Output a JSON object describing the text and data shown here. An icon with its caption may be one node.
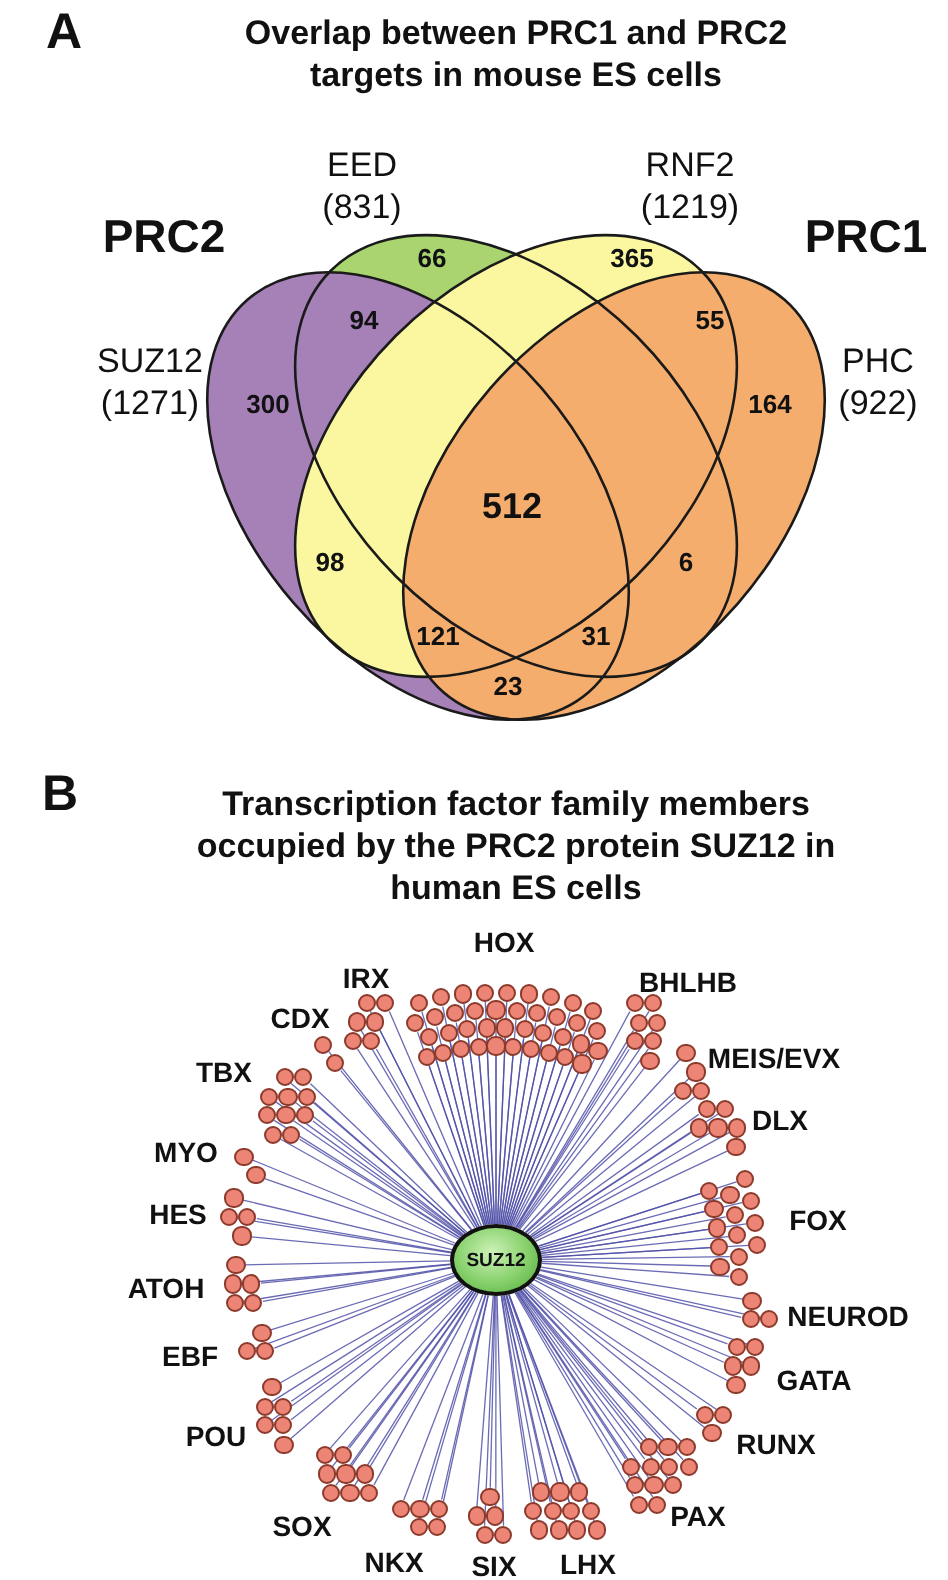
{
  "diagram": {
    "nodes": [
      {
        "text": [
          "EED (831)"
        ]
      },
      {
        "text": [
          "RNF2 (1219)"
        ]
      },
      {
        "text": [
          "SUZ12 (1271)"
        ]
      },
      {
        "text": [
          "PHC (922)"
        ]
      },
      {
        "text": [
          "SUZ12"
        ]
      },
      {
        "text": [],
        "shape": "circle"
      },
      {
        "text": [],
        "shape": "circle"
      },
      {
        "text": [],
        "shape": "circle"
      },
      {
        "text": [],
        "shape": "circle"
      },
      {
        "text": [],
        "shape": "circle"
      },
      {
        "text": [],
        "shape": "circle"
      },
      {
        "text": [],
        "shape": "circle"
      },
      {
        "text": [],
        "shape": "circle"
      },
      {
        "text": [],
        "shape": "circle"
      },
      {
        "text": [],
        "shape": "circle"
      },
      {
        "text": [],
        "shape": "circle"
      },
      {
        "text": [],
        "shape": "circle"
      },
      {
        "text": [],
        "shape": "circle"
      },
      {
        "text": [],
        "shape": "circle"
      },
      {
        "text": [],
        "shape": "circle"
      },
      {
        "text": [],
        "shape": "circle"
      },
      {
        "text": [],
        "shape": "circle"
      },
      {
        "text": [],
        "shape": "circle"
      },
      {
        "text": [],
        "shape": "circle"
      },
      {
        "text": [],
        "shape": "circle"
      },
      {
        "text": [],
        "shape": "circle"
      },
      {
        "text": [],
        "shape": "circle"
      },
      {
        "text": [],
        "shape": "circle"
      },
      {
        "text": [],
        "shape": "circle"
      },
      {
        "text": [],
        "shape": "circle"
      },
      {
        "text": [],
        "shape": "circle"
      },
      {
        "text": [],
        "shape": "circle"
      },
      {
        "text": [],
        "shape": "circle"
      },
      {
        "text": [],
        "shape": "circle"
      },
      {
        "text": [],
        "shape": "circle"
      },
      {
        "text": [],
        "shape": "circle"
      },
      {
        "text": [],
        "shape": "circle"
      },
      {
        "text": [],
        "shape": "circle"
      },
      {
        "text": [],
        "shape": "circle"
      },
      {
        "text": [],
        "shape": "circle"
      },
      {
        "text": [],
        "shape": "circle"
      },
      {
        "text": [],
        "shape": "circle"
      },
      {
        "text": [],
        "shape": "circle"
      },
      {
        "text": [],
        "shape": "circle"
      },
      {
        "text": [],
        "shape": "circle"
      },
      {
        "text": [],
        "shape": "circle"
      },
      {
        "text": [],
        "shape": "circle"
      },
      {
        "text": [],
        "shape": "circle"
      },
      {
        "text": [],
        "shape": "circle"
      },
      {
        "text": [],
        "shape": "circle"
      },
      {
        "text": [],
        "shape": "circle"
      },
      {
        "text": [],
        "shape": "circle"
      },
      {
        "text": [],
        "shape": "circle"
      },
      {
        "text": [],
        "shape": "circle"
      },
      {
        "text": [],
        "shape": "circle"
      },
      {
        "text": [],
        "shape": "circle"
      },
      {
        "text": [],
        "shape": "circle"
      },
      {
        "text": [],
        "shape": "circle"
      },
      {
        "text": [],
        "shape": "circle"
      },
      {
        "text": [],
        "shape": "circle"
      },
      {
        "text": [],
        "shape": "circle"
      },
      {
        "text": [],
        "shape": "circle"
      },
      {
        "text": [],
        "shape": "circle"
      },
      {
        "text": [],
        "shape": "circle"
      },
      {
        "text": [],
        "shape": "circle"
      },
      {
        "text": [],
        "shape": "circle"
      },
      {
        "text": [],
        "shape": "circle"
      },
      {
        "text": [],
        "shape": "circle"
      },
      {
        "text": [],
        "shape": "circle"
      },
      {
        "text": [],
        "shape": "circle"
      },
      {
        "text": [],
        "shape": "circle"
      },
      {
        "text": [],
        "shape": "circle"
      },
      {
        "text": [],
        "shape": "circle"
      },
      {
        "text": [],
        "shape": "circle"
      },
      {
        "text": [],
        "shape": "circle"
      },
      {
        "text": [],
        "shape": "circle"
      },
      {
        "text": [],
        "shape": "circle"
      },
      {
        "text": [],
        "shape": "circle"
      },
      {
        "text": [],
        "shape": "circle"
      },
      {
        "text": [],
        "shape": "circle"
      },
      {
        "text": [],
        "shape": "circle"
      },
      {
        "text": [],
        "shape": "circle"
      },
      {
        "text": [],
        "shape": "circle"
      },
      {
        "text": [],
        "shape": "circle"
      },
      {
        "text": [],
        "shape": "circle"
      },
      {
        "text": [],
        "shape": "circle"
      },
      {
        "text": [],
        "shape": "circle"
      },
      {
        "text": [],
        "shape": "circle"
      },
      {
        "text": [],
        "shape": "circle"
      },
      {
        "text": [],
        "shape": "circle"
      },
      {
        "text": [],
        "shape": "circle"
      },
      {
        "text": [],
        "shape": "circle"
      },
      {
        "text": [],
        "shape": "circle"
      },
      {
        "text": [],
        "shape": "circle"
      },
      {
        "text": [],
        "shape": "circle"
      },
      {
        "text": [],
        "shape": "circle"
      },
      {
        "text": [],
        "shape": "circle"
      },
      {
        "text": [],
        "shape": "circle"
      },
      {
        "text": [],
        "shape": "circle"
      },
      {
        "text": [],
        "shape": "circle"
      },
      {
        "text": [],
        "shape": "circle"
      },
      {
        "text": [],
        "shape": "circle"
      },
      {
        "text": [],
        "shape": "circle"
      },
      {
        "text": [],
        "shape": "circle"
      },
      {
        "text": [],
        "shape": "circle"
      },
      {
        "text": [],
        "shape": "circle"
      },
      {
        "text": [],
        "shape": "circle"
      },
      {
        "text": [],
        "shape": "circle"
      },
      {
        "text": [],
        "shape": "circle"
      },
      {
        "text": [],
        "shape": "circle"
      },
      {
        "text": [],
        "shape": "circle"
      },
      {
        "text": [],
        "shape": "circle"
      },
      {
        "text": [],
        "shape": "circle"
      },
      {
        "text": [],
        "shape": "circle"
      },
      {
        "text": [],
        "shape": "circle"
      },
      {
        "text": [],
        "shape": "circle"
      },
      {
        "text": [],
        "shape": "circle"
      },
      {
        "text": [],
        "shape": "circle"
      },
      {
        "text": [],
        "shape": "circle"
      },
      {
        "text": [],
        "shape": "circle"
      },
      {
        "text": [],
        "shape": "circle"
      },
      {
        "text": [],
        "shape": "circle"
      },
      {
        "text": [],
        "shape": "circle"
      },
      {
        "text": [],
        "shape": "circle"
      },
      {
        "text": [],
        "shape": "circle"
      },
      {
        "text": [],
        "shape": "circle"
      },
      {
        "text": [],
        "shape": "circle"
      },
      {
        "text": [],
        "shape": "circle"
      },
      {
        "text": [],
        "shape": "circle"
      },
      {
        "text": [],
        "shape": "circle"
      },
      {
        "text": [],
        "shape": "circle"
      },
      {
        "text": [],
        "shape": "circle"
      },
      {
        "text": [],
        "shape": "circle"
      },
      {
        "text": [],
        "shape": "circle"
      },
      {
        "text": [],
        "shape": "circle"
      },
      {
        "text": [],
        "shape": "circle"
      },
      {
        "text": [],
        "shape": "circle"
      },
      {
        "text": [],
        "shape": "circle"
      },
      {
        "text": [],
        "shape": "circle"
      },
      {
        "text": [],
        "shape": "circle"
      },
      {
        "text": [],
        "shape": "circle"
      },
      {
        "text": [],
        "shape": "circle"
      },
      {
        "text": [],
        "shape": "circle"
      },
      {
        "text": [],
        "shape": "circle"
      },
      {
        "text": [],
        "shape": "circle"
      },
      {
        "text": [],
        "shape": "circle"
      },
      {
        "text": [],
        "shape": "circle"
      },
      {
        "text": [],
        "shape": "circle"
      },
      {
        "text": [],
        "shape": "circle"
      },
      {
        "text": [],
        "shape": "circle"
      },
      {
        "text": [],
        "shape": "circle"
      },
      {
        "text": [],
        "shape": "circle"
      },
      {
        "text": [],
        "shape": "circle"
      },
      {
        "text": [],
        "shape": "circle"
      },
      {
        "text": [],
        "shape": "circle"
      },
      {
        "text": [],
        "shape": "circle"
      },
      {
        "text": [],
        "shape": "circle"
      },
      {
        "text": [],
        "shape": "circle"
      },
      {
        "text": [],
        "shape": "circle"
      },
      {
        "text": [],
        "shape": "circle"
      },
      {
        "text": [],
        "shape": "circle"
      },
      {
        "text": [],
        "shape": "circle"
      },
      {
        "text": [],
        "shape": "circle"
      },
      {
        "text": [],
        "shape": "circle"
      },
      {
        "text": [],
        "shape": "circle"
      }
    ],
    "edges": [
      {
        "from": 4,
        "to": 5,
        "arrow": "none"
      },
      {
        "from": 4,
        "to": 6,
        "arrow": "none"
      },
      {
        "from": 4,
        "to": 7,
        "arrow": "none"
      },
      {
        "from": 4,
        "to": 8,
        "arrow": "none"
      },
      {
        "from": 4,
        "to": 9,
        "arrow": "none"
      },
      {
        "from": 4,
        "to": 10,
        "arrow": "none"
      },
      {
        "from": 4,
        "to": 11,
        "arrow": "none"
      },
      {
        "from": 4,
        "to": 12,
        "arrow": "none"
      },
      {
        "from": 4,
        "to": 13,
        "arrow": "none"
      },
      {
        "from": 4,
        "to": 14,
        "arrow": "none"
      },
      {
        "from": 4,
        "to": 15,
        "arrow": "none"
      },
      {
        "from": 4,
        "to": 16,
        "arrow": "none"
      },
      {
        "from": 4,
        "to": 17,
        "arrow": "none"
      },
      {
        "from": 4,
        "to": 18,
        "arrow": "none"
      },
      {
        "from": 4,
        "to": 19,
        "arrow": "none"
      },
      {
        "from": 4,
        "to": 20,
        "arrow": "none"
      },
      {
        "from": 4,
        "to": 21,
        "arrow": "none"
      },
      {
        "from": 4,
        "to": 22,
        "arrow": "none"
      },
      {
        "from": 4,
        "to": 23,
        "arrow": "none"
      },
      {
        "from": 4,
        "to": 24,
        "arrow": "none"
      },
      {
        "from": 4,
        "to": 25,
        "arrow": "none"
      },
      {
        "from": 4,
        "to": 26,
        "arrow": "none"
      },
      {
        "from": 4,
        "to": 27,
        "arrow": "none"
      },
      {
        "from": 4,
        "to": 28,
        "arrow": "none"
      },
      {
        "from": 4,
        "to": 29,
        "arrow": "none"
      },
      {
        "from": 4,
        "to": 30,
        "arrow": "none"
      },
      {
        "from": 4,
        "to": 31,
        "arrow": "none"
      },
      {
        "from": 4,
        "to": 32,
        "arrow": "none"
      },
      {
        "from": 4,
        "to": 33,
        "arrow": "none"
      },
      {
        "from": 4,
        "to": 34,
        "arrow": "none"
      },
      {
        "from": 4,
        "to": 35,
        "arrow": "none"
      },
      {
        "from": 4,
        "to": 36,
        "arrow": "none"
      },
      {
        "from": 4,
        "to": 37,
        "arrow": "none"
      },
      {
        "from": 4,
        "to": 38,
        "arrow": "none"
      },
      {
        "from": 4,
        "to": 39,
        "arrow": "none"
      },
      {
        "from": 4,
        "to": 40,
        "arrow": "none"
      },
      {
        "from": 4,
        "to": 41,
        "arrow": "none"
      },
      {
        "from": 4,
        "to": 42,
        "arrow": "none"
      },
      {
        "from": 4,
        "to": 43,
        "arrow": "none"
      },
      {
        "from": 4,
        "to": 44,
        "arrow": "none"
      },
      {
        "from": 4,
        "to": 45,
        "arrow": "none"
      },
      {
        "from": 4,
        "to": 46,
        "arrow": "none"
      },
      {
        "from": 4,
        "to": 47,
        "arrow": "none"
      },
      {
        "from": 4,
        "to": 48,
        "arrow": "none"
      },
      {
        "from": 4,
        "to": 49,
        "arrow": "none"
      },
      {
        "from": 4,
        "to": 50,
        "arrow": "none"
      },
      {
        "from": 4,
        "to": 51,
        "arrow": "none"
      },
      {
        "from": 4,
        "to": 52,
        "arrow": "none"
      },
      {
        "from": 4,
        "to": 53,
        "arrow": "none"
      },
      {
        "from": 4,
        "to": 54,
        "arrow": "none"
      },
      {
        "from": 4,
        "to": 55,
        "arrow": "none"
      },
      {
        "from": 4,
        "to": 56,
        "arrow": "none"
      },
      {
        "from": 4,
        "to": 57,
        "arrow": "none"
      },
      {
        "from": 4,
        "to": 58,
        "arrow": "none"
      },
      {
        "from": 4,
        "to": 59,
        "arrow": "none"
      },
      {
        "from": 4,
        "to": 60,
        "arrow": "none"
      },
      {
        "from": 4,
        "to": 61,
        "arrow": "none"
      },
      {
        "from": 4,
        "to": 62,
        "arrow": "none"
      },
      {
        "from": 4,
        "to": 63,
        "arrow": "none"
      },
      {
        "from": 4,
        "to": 64,
        "arrow": "none"
      },
      {
        "from": 4,
        "to": 65,
        "arrow": "none"
      },
      {
        "from": 4,
        "to": 66,
        "arrow": "none"
      },
      {
        "from": 4,
        "to": 67,
        "arrow": "none"
      },
      {
        "from": 4,
        "to": 68,
        "arrow": "none"
      },
      {
        "from": 4,
        "to": 69,
        "arrow": "none"
      },
      {
        "from": 4,
        "to": 70,
        "arrow": "none"
      },
      {
        "from": 4,
        "to": 71,
        "arrow": "none"
      },
      {
        "from": 4,
        "to": 72,
        "arrow": "none"
      },
      {
        "from": 4,
        "to": 73,
        "arrow": "none"
      },
      {
        "from": 4,
        "to": 74,
        "arrow": "none"
      },
      {
        "from": 4,
        "to": 75,
        "arrow": "none"
      },
      {
        "from": 4,
        "to": 76,
        "arrow": "none"
      },
      {
        "from": 4,
        "to": 77,
        "arrow": "none"
      },
      {
        "from": 4,
        "to": 78,
        "arrow": "none"
      },
      {
        "from": 4,
        "to": 79,
        "arrow": "none"
      },
      {
        "from": 4,
        "to": 80,
        "arrow": "none"
      },
      {
        "from": 4,
        "to": 81,
        "arrow": "none"
      },
      {
        "from": 4,
        "to": 82,
        "arrow": "none"
      },
      {
        "from": 4,
        "to": 83,
        "arrow": "none"
      },
      {
        "from": 4,
        "to": 84,
        "arrow": "none"
      },
      {
        "from": 4,
        "to": 85,
        "arrow": "none"
      },
      {
        "from": 4,
        "to": 86,
        "arrow": "none"
      },
      {
        "from": 4,
        "to": 87,
        "arrow": "none"
      },
      {
        "from": 4,
        "to": 88,
        "arrow": "none"
      },
      {
        "from": 4,
        "to": 89,
        "arrow": "none"
      },
      {
        "from": 4,
        "to": 90,
        "arrow": "none"
      },
      {
        "from": 4,
        "to": 91,
        "arrow": "none"
      },
      {
        "from": 4,
        "to": 92,
        "arrow": "none"
      },
      {
        "from": 4,
        "to": 93,
        "arrow": "none"
      },
      {
        "from": 4,
        "to": 94,
        "arrow": "none"
      },
      {
        "from": 4,
        "to": 95,
        "arrow": "none"
      },
      {
        "from": 4,
        "to": 96,
        "arrow": "none"
      },
      {
        "from": 4,
        "to": 97,
        "arrow": "none"
      },
      {
        "from": 4,
        "to": 98,
        "arrow": "none"
      },
      {
        "from": 4,
        "to": 99,
        "arrow": "none"
      },
      {
        "from": 4,
        "to": 100,
        "arrow": "none"
      },
      {
        "from": 4,
        "to": 101,
        "arrow": "none"
      },
      {
        "from": 4,
        "to": 102,
        "arrow": "none"
      },
      {
        "from": 4,
        "to": 103,
        "arrow": "none"
      },
      {
        "from": 4,
        "to": 104,
        "arrow": "none"
      },
      {
        "from": 4,
        "to": 105,
        "arrow": "none"
      },
      {
        "from": 4,
        "to": 106,
        "arrow": "none"
      },
      {
        "from": 4,
        "to": 107,
        "arrow": "none"
      },
      {
        "from": 4,
        "to": 108,
        "arrow": "none"
      },
      {
        "from": 4,
        "to": 109,
        "arrow": "none"
      },
      {
        "from": 4,
        "to": 110,
        "arrow": "none"
      },
      {
        "from": 4,
        "to": 111,
        "arrow": "none"
      },
      {
        "from": 4,
        "to": 112,
        "arrow": "none"
      },
      {
        "from": 4,
        "to": 113,
        "arrow": "none"
      },
      {
        "from": 4,
        "to": 114,
        "arrow": "none"
      },
      {
        "from": 4,
        "to": 115,
        "arrow": "none"
      },
      {
        "from": 4,
        "to": 116,
        "arrow": "none"
      },
      {
        "from": 4,
        "to": 117,
        "arrow": "none"
      },
      {
        "from": 4,
        "to": 118,
        "arrow": "none"
      },
      {
        "from": 4,
        "to": 119,
        "arrow": "none"
      },
      {
        "from": 4,
        "to": 120,
        "arrow": "none"
      },
      {
        "from": 4,
        "to": 121,
        "arrow": "none"
      },
      {
        "from": 4,
        "to": 122,
        "arrow": "none"
      },
      {
        "from": 4,
        "to": 123,
        "arrow": "none"
      },
      {
        "from": 4,
        "to": 124,
        "arrow": "none"
      },
      {
        "from": 4,
        "to": 125,
        "arrow": "none"
      },
      {
        "from": 4,
        "to": 126,
        "arrow": "none"
      },
      {
        "from": 4,
        "to": 127,
        "arrow": "none"
      },
      {
        "from": 4,
        "to": 128,
        "arrow": "none"
      },
      {
        "from": 4,
        "to": 129,
        "arrow": "none"
      },
      {
        "from": 4,
        "to": 130,
        "arrow": "none"
      },
      {
        "from": 4,
        "to": 131,
        "arrow": "none"
      },
      {
        "from": 4,
        "to": 132,
        "arrow": "none"
      },
      {
        "from": 4,
        "to": 133,
        "arrow": "none"
      },
      {
        "from": 4,
        "to": 134,
        "arrow": "none"
      },
      {
        "from": 4,
        "to": 135,
        "arrow": "none"
      },
      {
        "from": 4,
        "to": 136,
        "arrow": "none"
      },
      {
        "from": 4,
        "to": 137,
        "arrow": "none"
      },
      {
        "from": 4,
        "to": 138,
        "arrow": "none"
      },
      {
        "from": 4,
        "to": 139,
        "arrow": "none"
      },
      {
        "from": 4,
        "to": 140,
        "arrow": "none"
      },
      {
        "from": 4,
        "to": 141,
        "arrow": "none"
      },
      {
        "from": 4,
        "to": 142,
        "arrow": "none"
      },
      {
        "from": 4,
        "to": 143,
        "arrow": "none"
      },
      {
        "from": 4,
        "to": 144,
        "arrow": "none"
      },
      {
        "from": 4,
        "to": 145,
        "arrow": "none"
      },
      {
        "from": 4,
        "to": 146,
        "arrow": "none"
      },
      {
        "from": 4,
        "to": 147,
        "arrow": "none"
      },
      {
        "from": 4,
        "to": 148,
        "arrow": "none"
      },
      {
        "from": 4,
        "to": 149,
        "arrow": "none"
      },
      {
        "from": 4,
        "to": 150,
        "arrow": "none"
      },
      {
        "from": 4,
        "to": 151,
        "arrow": "none"
      },
      {
        "from": 4,
        "to": 152,
        "arrow": "none"
      },
      {
        "from": 4,
        "to": 153,
        "arrow": "none"
      },
      {
        "from": 4,
        "to": 154,
        "arrow": "none"
      },
      {
        "from": 4,
        "to": 155,
        "arrow": "none"
      },
      {
        "from": 4,
        "to": 156,
        "arrow": "none"
      },
      {
        "from": 4,
        "to": 157,
        "arrow": "none"
      },
      {
        "from": 4,
        "to": 158,
        "arrow": "none"
      },
      {
        "from": 4,
        "to": 159,
        "arrow": "none"
      },
      {
        "from": 4,
        "to": 160,
        "arrow": "none"
      },
      {
        "from": 4,
        "to": 161,
        "arrow": "none"
      },
      {
        "from": 4,
        "to": 162,
        "arrow": "none"
      },
      {
        "from": 4,
        "to": 163,
        "arrow": "none"
      },
      {
        "from": 4,
        "to": 164,
        "arrow": "none"
      }
    ],
    "labels": [
      "A",
      "Overlap between PRC1 and PRC2 targets in mouse ES cells",
      "PRC2",
      "PRC1",
      "66",
      "365",
      "94",
      "55",
      "300",
      "164",
      "512",
      "98",
      "6",
      "121",
      "31",
      "23",
      "B",
      "Transcription factor family members occupied by the PRC2 protein SUZ12 in human ES cells",
      "HOX",
      "IRX",
      "BHLHB",
      "CDX",
      "MEIS/EVX",
      "TBX",
      "DLX",
      "MYO",
      "HES",
      "FOX",
      "ATOH",
      "NEUROD",
      "EBF",
      "GATA",
      "POU",
      "RUNX",
      "SOX",
      "PAX",
      "NKX",
      "SIX",
      "LHX"
    ]
  }
}
